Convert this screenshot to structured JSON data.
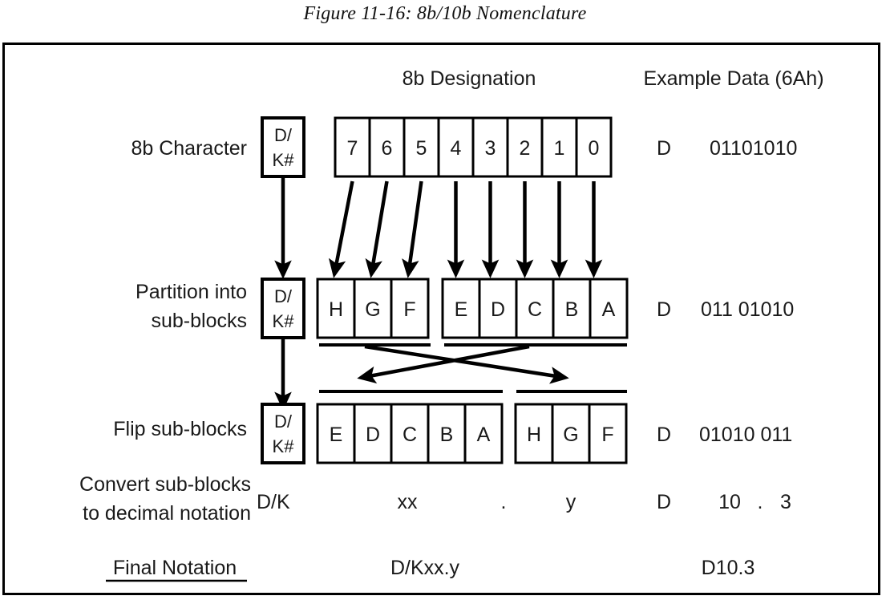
{
  "figure": {
    "title": "Figure 11-16: 8b/10b Nomenclature"
  },
  "headers": {
    "designation": "8b Designation",
    "example": "Example Data (6Ah)"
  },
  "rows": [
    {
      "id": "8b-character",
      "label": "8b Character",
      "label_line1": "8b Character",
      "label_line2": "",
      "dk_box": {
        "line1": "D/",
        "line2": "K#"
      },
      "groups": [
        {
          "cells": [
            "7",
            "6",
            "5",
            "4",
            "3",
            "2",
            "1",
            "0"
          ]
        }
      ],
      "example_prefix": "D",
      "example_value": "01101010"
    },
    {
      "id": "partition-into-sub-blocks",
      "label": "Partition into sub-blocks",
      "label_line1": "Partition into",
      "label_line2": "sub-blocks",
      "dk_box": {
        "line1": "D/",
        "line2": "K#"
      },
      "groups": [
        {
          "cells": [
            "H",
            "G",
            "F"
          ]
        },
        {
          "cells": [
            "E",
            "D",
            "C",
            "B",
            "A"
          ]
        }
      ],
      "example_prefix": "D",
      "example_value": "011  01010"
    },
    {
      "id": "flip-sub-blocks",
      "label": "Flip sub-blocks",
      "label_line1": "Flip sub-blocks",
      "label_line2": "",
      "dk_box": {
        "line1": "D/",
        "line2": "K#"
      },
      "groups": [
        {
          "cells": [
            "E",
            "D",
            "C",
            "B",
            "A"
          ]
        },
        {
          "cells": [
            "H",
            "G",
            "F"
          ]
        }
      ],
      "example_prefix": "D",
      "example_value": "01010  011"
    }
  ],
  "convert_row": {
    "label_line1": "Convert sub-blocks",
    "label_line2": "to decimal notation",
    "dk_text": "D/K",
    "xx": "xx",
    "dot": ".",
    "y": "y",
    "example_prefix": "D",
    "example_xx": "10",
    "example_dot": ".",
    "example_y": "3"
  },
  "final_row": {
    "label": "Final Notation",
    "notation": "D/Kxx.y",
    "example": "D10.3"
  },
  "colors": {
    "ink": "#1a1a1a",
    "line": "#000000",
    "background": "#ffffff"
  }
}
